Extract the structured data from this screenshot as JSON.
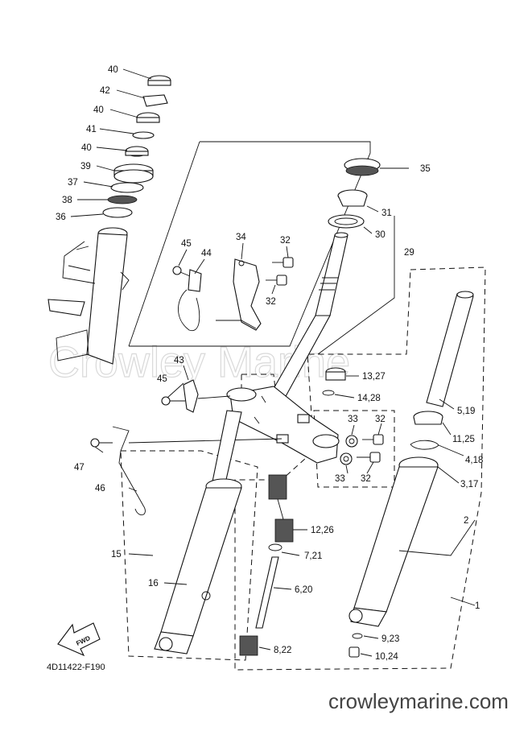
{
  "diagram": {
    "watermark": "Crowley Marine",
    "part_code": "4D11422-F190",
    "site_url": "crowleymarine.com",
    "fwd_label": "FWD",
    "callouts": {
      "c40a": "40",
      "c42": "42",
      "c40b": "40",
      "c41": "41",
      "c40c": "40",
      "c39": "39",
      "c37": "37",
      "c38": "38",
      "c36": "36",
      "c35": "35",
      "c31": "31",
      "c30": "30",
      "c29": "29",
      "c45a": "45",
      "c44": "44",
      "c34": "34",
      "c32a": "32",
      "c32b": "32",
      "c13_27": "13,27",
      "c14_28": "14,28",
      "c43": "43",
      "c45b": "45",
      "c33a": "33",
      "c32c": "32",
      "c33b": "33",
      "c32d": "32",
      "c5_19": "5,19",
      "c11_25": "11,25",
      "c4_18": "4,18",
      "c3_17": "3,17",
      "c2": "2",
      "c1": "1",
      "c47": "47",
      "c46": "46",
      "c15": "15",
      "c16": "16",
      "c12_26": "12,26",
      "c7_21": "7,21",
      "c6_20": "6,20",
      "c8_22": "8,22",
      "c9_23": "9,23",
      "c10_24": "10,24"
    }
  }
}
